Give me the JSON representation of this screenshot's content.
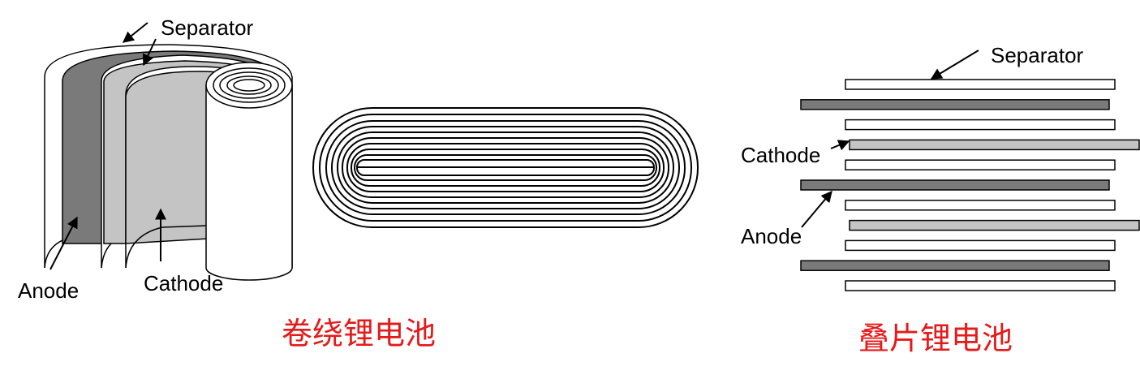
{
  "colors": {
    "caption": "#e41b1b",
    "anode": "#7a7a7a",
    "cathode": "#c4c4c4",
    "separator": "#ffffff",
    "outline": "#000000"
  },
  "wound": {
    "labels": {
      "separator": "Separator",
      "anode": "Anode",
      "cathode": "Cathode"
    },
    "caption": "卷绕锂电池"
  },
  "stacked": {
    "labels": {
      "separator": "Separator",
      "cathode": "Cathode",
      "anode": "Anode"
    },
    "caption": "叠片锂电池",
    "layers": [
      "separator",
      "anode",
      "separator",
      "cathode",
      "separator",
      "anode",
      "separator",
      "cathode",
      "separator",
      "anode",
      "separator"
    ]
  }
}
